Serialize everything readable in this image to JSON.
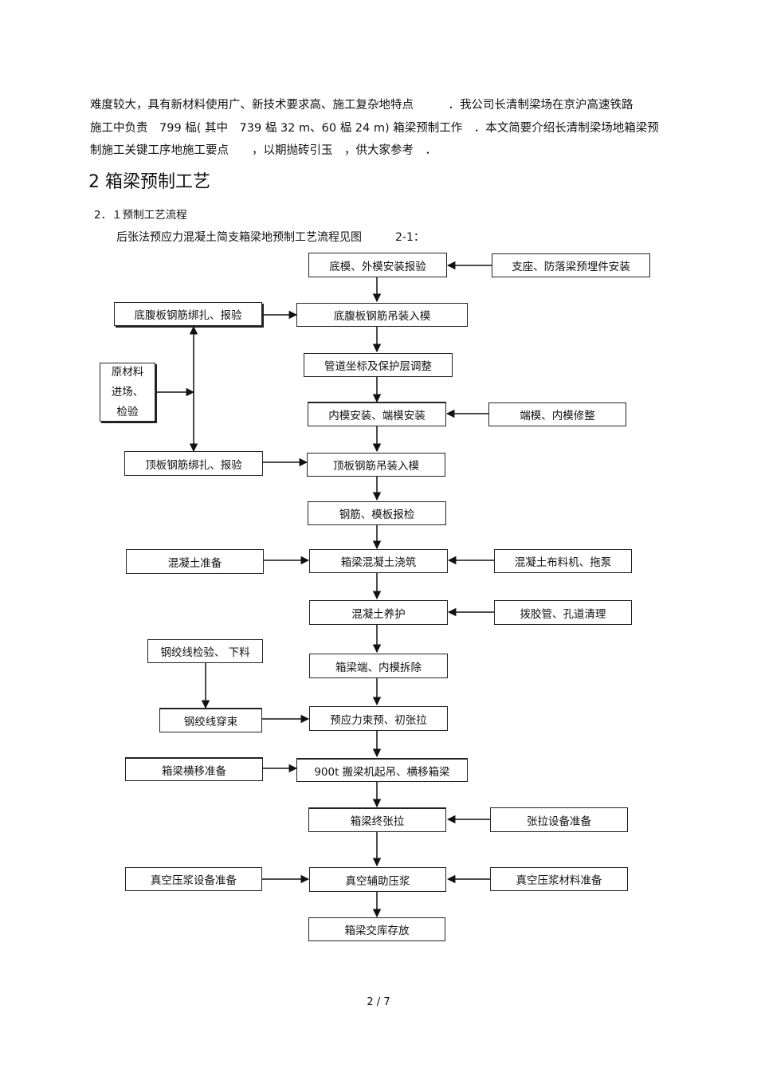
{
  "paragraph": {
    "lines": [
      "难度较大，具有新材料使用广、新技术要求高、施工复杂地特点　　　．我公司长清制梁场在京沪高速铁路",
      "施工中负责　799 榀( 其中　739 榀 32 m、60 榀 24 m) 箱梁预制工作　．本文简要介绍长清制梁场地箱梁预",
      "制施工关键工序地施工要点　　，以期抛砖引玉　，供大家参考　．"
    ]
  },
  "section_title": "2 箱梁预制工艺",
  "subsection_title": "2．１预制工艺流程",
  "intro_text": "后张法预应力混凝土简支箱梁地预制工艺流程见图　　　2-1：",
  "flowchart": {
    "main": [
      "底模、外模安装报验",
      "底腹板钢筋吊装入模",
      "管道坐标及保护层调整",
      "内模安装、端模安装",
      "顶板钢筋吊装入模",
      "钢筋、模板报检",
      "箱梁混凝土浇筑",
      "混凝土养护",
      "箱梁端、内模拆除",
      "预应力束预、初张拉",
      "900t 搬梁机起吊、横移箱梁",
      "箱梁终张拉",
      "真空辅助压浆",
      "箱梁交库存放"
    ],
    "left": {
      "bottom_web_rebar": "底腹板钢筋绑扎、报验",
      "raw_material": [
        "原材料",
        "进场、",
        "检验"
      ],
      "top_slab_rebar": "顶板钢筋绑扎、报验",
      "concrete_prep": "混凝土准备",
      "strand_inspect": "钢绞线检验、  下料",
      "strand_thread": "钢绞线穿束",
      "transverse_prep": "箱梁横移准备",
      "vacuum_equip": "真空压浆设备准备"
    },
    "right": {
      "bearing": "支座、防落梁预埋件安装",
      "form_repair": "端模、内模修整",
      "distributor": "混凝土布料机、拖泵",
      "hole_clean": "拨胶管、孔道清理",
      "tension_equip": "张拉设备准备",
      "vacuum_material": "真空压浆材料准备"
    }
  },
  "footer": {
    "page_number": "2 / 7"
  }
}
